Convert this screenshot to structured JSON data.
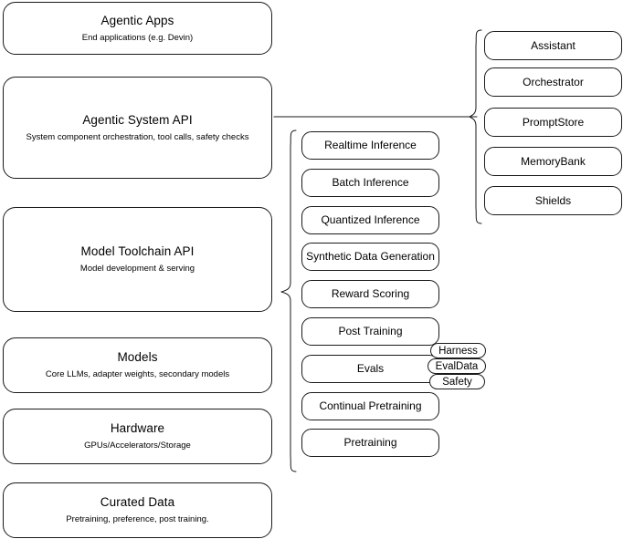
{
  "diagram": {
    "title": "AI stack layers diagram",
    "stroke_color": "#1a1a1a",
    "background_color": "#ffffff"
  },
  "stack": {
    "layers": [
      {
        "title": "Agentic Apps",
        "subtitle": "End applications (e.g. Devin)"
      },
      {
        "title": "Agentic System API",
        "subtitle": "System component orchestration, tool calls, safety checks"
      },
      {
        "title": "Model Toolchain API",
        "subtitle": "Model development & serving"
      },
      {
        "title": "Models",
        "subtitle": "Core LLMs, adapter weights, secondary models"
      },
      {
        "title": "Hardware",
        "subtitle": "GPUs/Accelerators/Storage"
      },
      {
        "title": "Curated Data",
        "subtitle": "Pretraining, preference, post training."
      }
    ]
  },
  "toolchain_components": {
    "items": [
      {
        "label": "Realtime Inference"
      },
      {
        "label": "Batch Inference"
      },
      {
        "label": "Quantized Inference"
      },
      {
        "label": "Synthetic Data Generation"
      },
      {
        "label": "Reward Scoring"
      },
      {
        "label": "Post Training"
      },
      {
        "label": "Evals"
      },
      {
        "label": "Continual Pretraining"
      },
      {
        "label": "Pretraining"
      }
    ]
  },
  "agentic_components": {
    "items": [
      {
        "label": "Assistant"
      },
      {
        "label": "Orchestrator"
      },
      {
        "label": "PromptStore"
      },
      {
        "label": "MemoryBank"
      },
      {
        "label": "Shields"
      }
    ]
  },
  "evals_badges": {
    "items": [
      {
        "label": "Harness"
      },
      {
        "label": "EvalData"
      },
      {
        "label": "Safety"
      }
    ]
  }
}
